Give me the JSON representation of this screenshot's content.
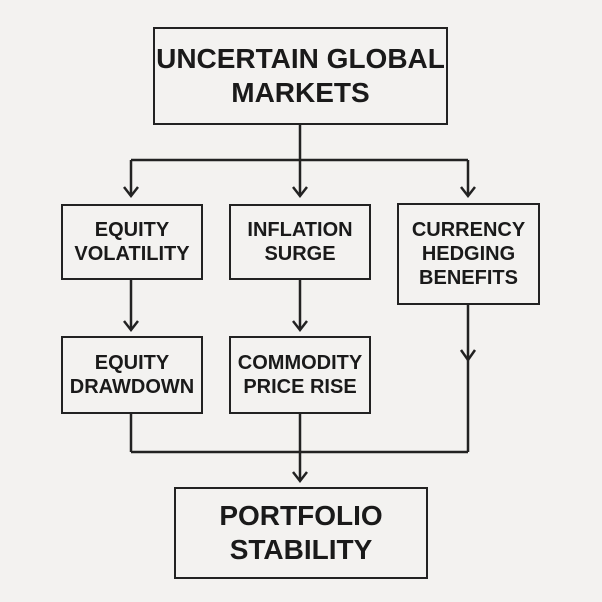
{
  "nodes": {
    "top": "UNCERTAIN GLOBAL MARKETS",
    "equity_vol": "EQUITY VOLATILITY",
    "inflation": "INFLATION SURGE",
    "currency": "CURRENCY HEDGING BENEFITS",
    "equity_dd": "EQUITY DRAWDOWN",
    "commodity": "COMMODITY PRICE RISE",
    "bottom": "PORTFOLIO STABILITY"
  }
}
